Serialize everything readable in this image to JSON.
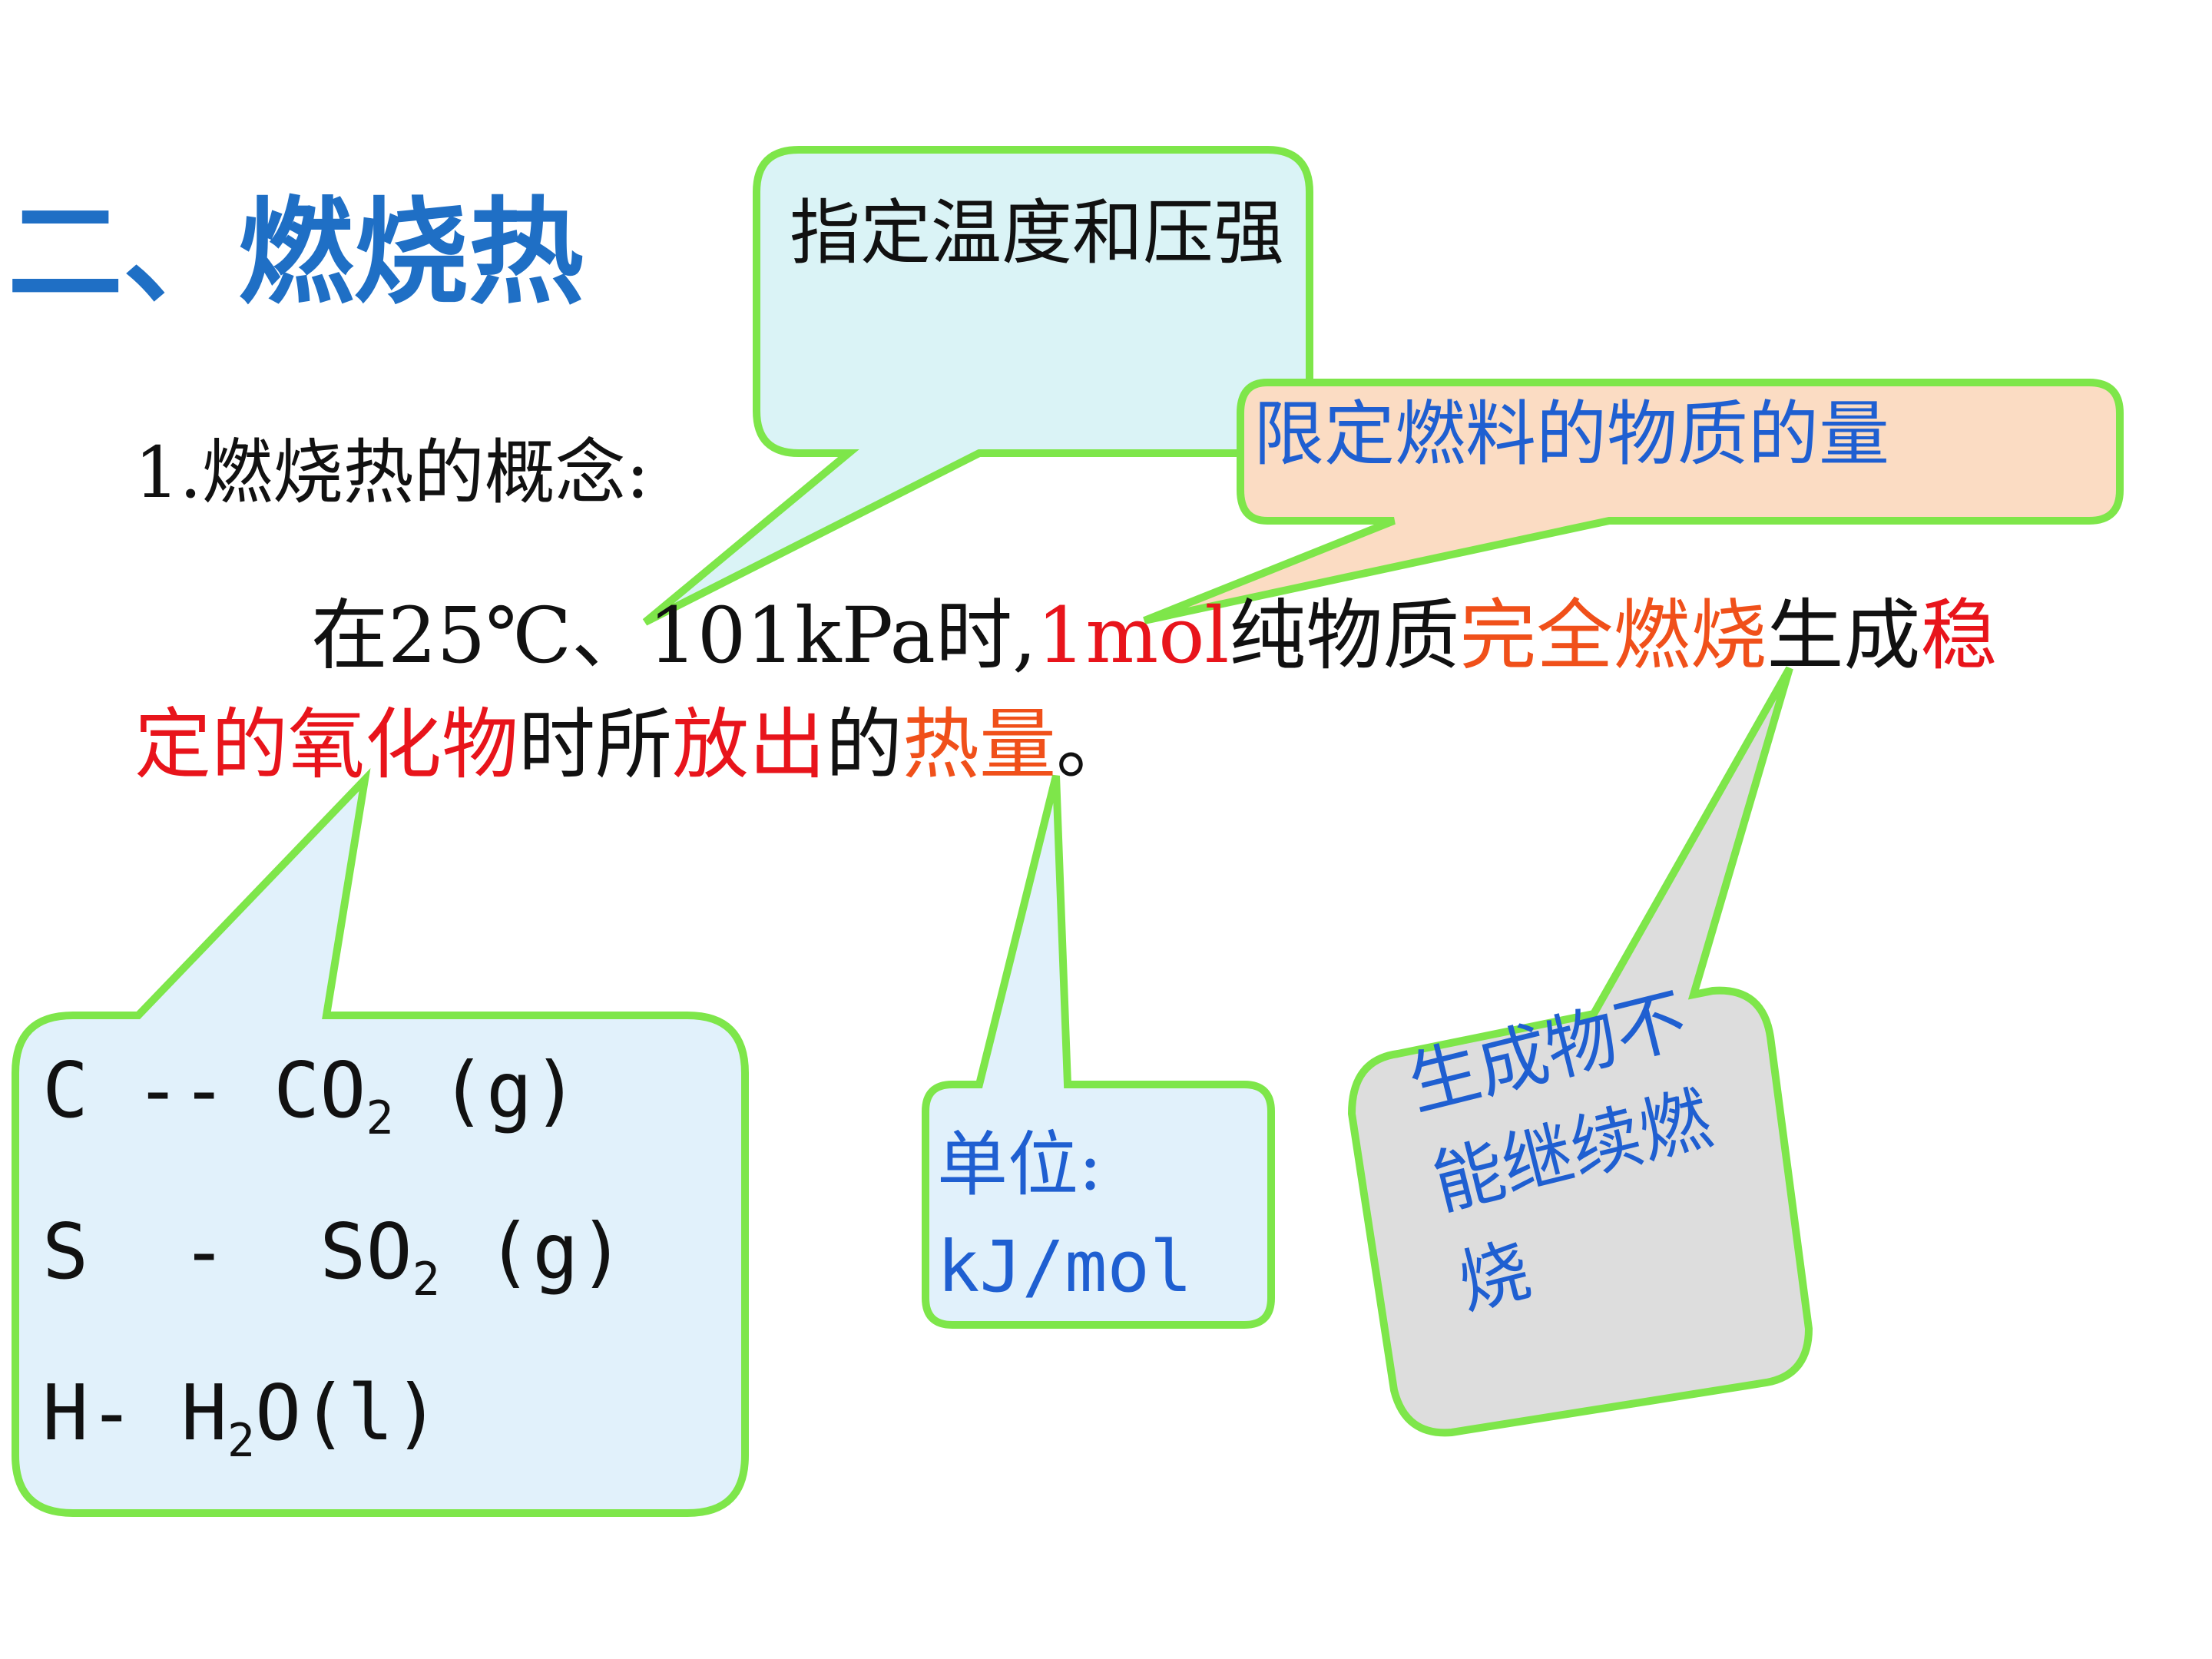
{
  "slide": {
    "title": "二、燃烧热",
    "concept_heading": "1.燃烧热的概念:",
    "definition": {
      "line1": [
        {
          "text": "在25℃、101kPa时,",
          "style": "normal"
        },
        {
          "text": "1mol",
          "style": "red"
        },
        {
          "text": "纯物质",
          "style": "normal"
        },
        {
          "text": "完全燃烧",
          "style": "orange"
        },
        {
          "text": "生成",
          "style": "normal"
        },
        {
          "text": "稳",
          "style": "red"
        }
      ],
      "line2": [
        {
          "text": "定的氧化物",
          "style": "red"
        },
        {
          "text": "时所",
          "style": "normal"
        },
        {
          "text": "放出",
          "style": "red"
        },
        {
          "text": "的",
          "style": "normal"
        },
        {
          "text": "热量",
          "style": "orange"
        },
        {
          "text": "。",
          "style": "normal"
        }
      ]
    }
  },
  "callouts": {
    "temp_pressure": "指定温度和压强",
    "fuel_amount": "限定燃料的物质的量",
    "oxides": [
      {
        "element": "C",
        "sep": "--",
        "product": "CO",
        "sub": "2",
        "state": "(g)"
      },
      {
        "element": "S",
        "sep": "-",
        "product": "SO",
        "sub": "2",
        "state": "(g)"
      },
      {
        "element": "H",
        "sep": "-",
        "product": "H",
        "sub": "2",
        "product_tail": "O",
        "state": "(l)"
      }
    ],
    "unit_label": "单位:",
    "unit_value": "kJ/mol",
    "no_further_combustion": "生成物不能继续燃烧"
  },
  "colors": {
    "title_blue": "#1f6fc5",
    "red": "#e8141b",
    "orange": "#f0501a",
    "callout_border": "#7ee64a",
    "callout_cyan": "#daf3f6",
    "callout_peach": "#fbdcc3",
    "callout_lightblue": "#e1f1fb",
    "callout_gray": "#dddddd"
  }
}
